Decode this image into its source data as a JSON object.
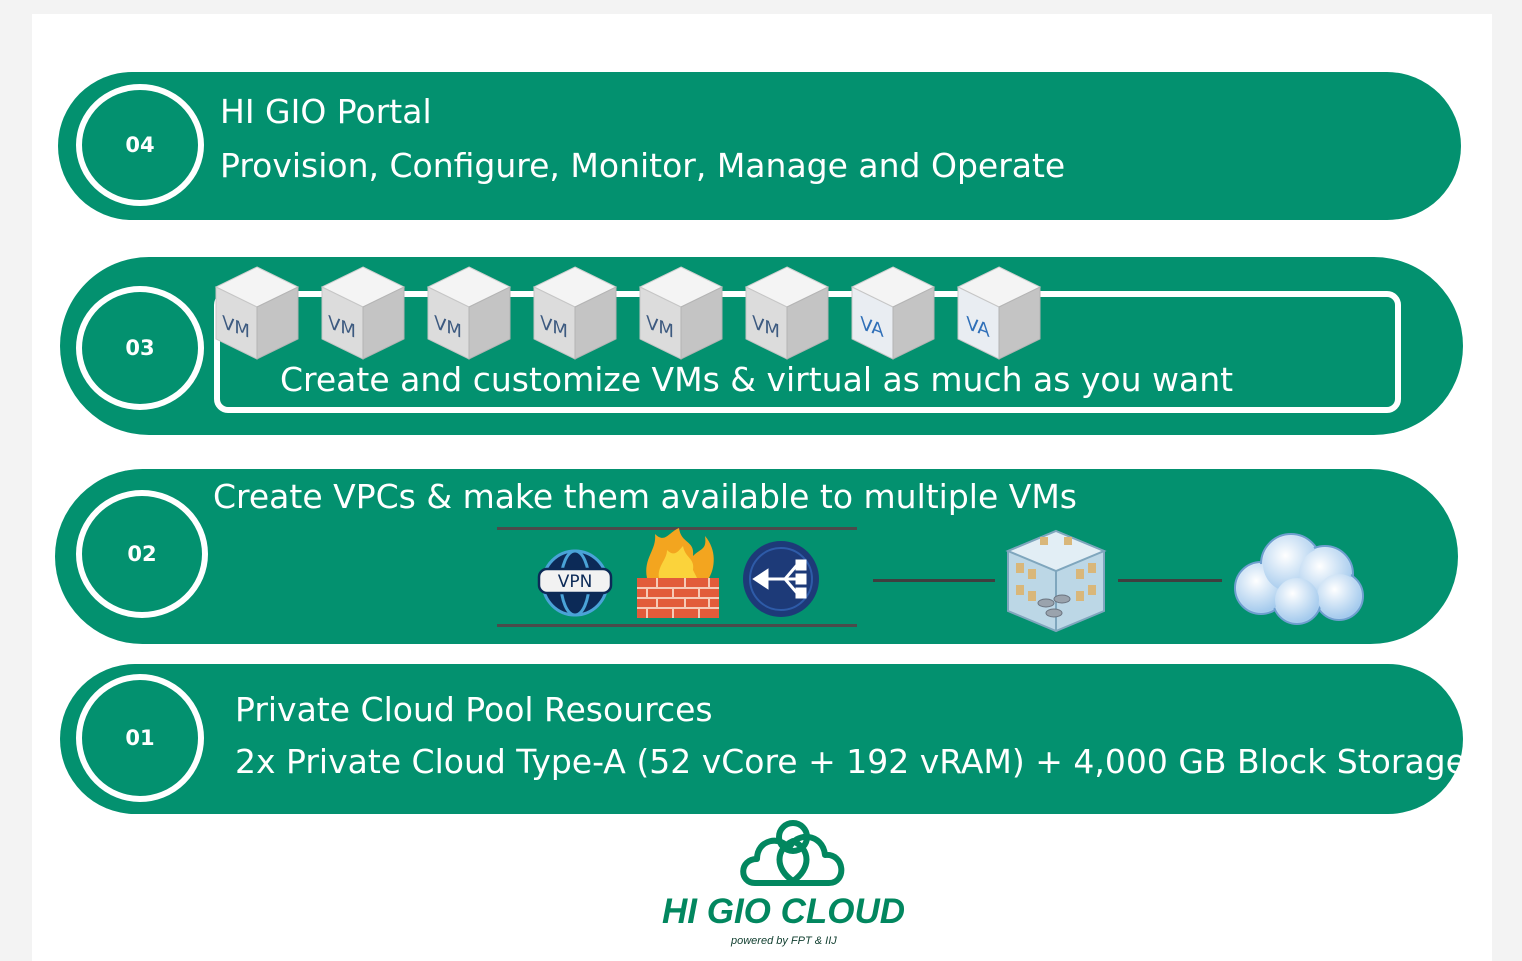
{
  "layers": [
    {
      "number": "04",
      "title": "HI GIO Portal",
      "subtitle": "Provision, Configure, Monitor, Manage and Operate"
    },
    {
      "number": "03",
      "title": "Create and customize VMs & virtual as much as you want",
      "cubes": [
        {
          "label": "VM",
          "icon": "vm-cube-icon"
        },
        {
          "label": "VM",
          "icon": "vm-cube-icon"
        },
        {
          "label": "VM",
          "icon": "vm-cube-icon"
        },
        {
          "label": "VM",
          "icon": "vm-cube-icon"
        },
        {
          "label": "VM",
          "icon": "vm-cube-icon"
        },
        {
          "label": "VM",
          "icon": "vm-cube-icon"
        },
        {
          "label": "VA",
          "icon": "va-cube-icon"
        },
        {
          "label": "VA",
          "icon": "va-cube-icon"
        }
      ]
    },
    {
      "number": "02",
      "title": "Create VPCs & make them available to multiple VMs",
      "vpn_label": "VPN",
      "icons": [
        "vpn-globe-icon",
        "firewall-icon",
        "load-balancer-icon",
        "datacenter-icon",
        "cloud-icon"
      ]
    },
    {
      "number": "01",
      "title": "Private Cloud Pool Resources",
      "subtitle": "2x Private Cloud Type-A (52 vCore + 192 vRAM) + 4,000 GB Block Storage"
    }
  ],
  "logo": {
    "name": "HI GIO CLOUD",
    "tagline": "powered by FPT & IIJ",
    "icon": "higio-cloud-logo-icon"
  },
  "colors": {
    "band": "#03916f",
    "logo": "#02875f",
    "firewall": "#e25b3a",
    "lb": "#1d3a78"
  }
}
